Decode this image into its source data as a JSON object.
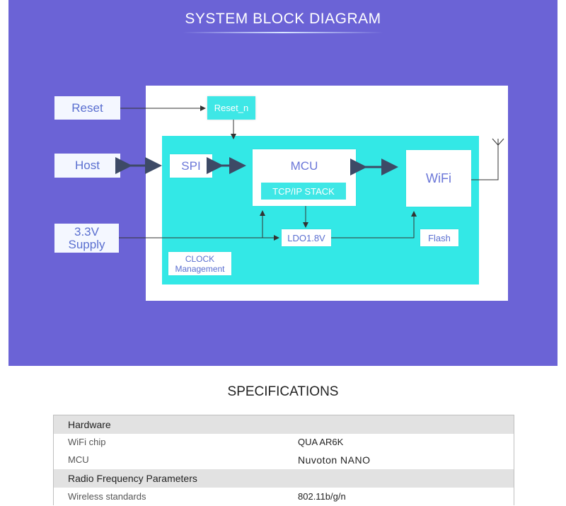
{
  "banner": {
    "title": "SYSTEM BLOCK DIAGRAM",
    "colors": {
      "background": "#6b63d6",
      "cyan_block": "#33e8e6",
      "label_blue": "#5a6fd0"
    }
  },
  "diagram": {
    "external": {
      "reset": "Reset",
      "host": "Host",
      "supply_line1": "3.3V",
      "supply_line2": "Supply"
    },
    "blocks": {
      "reset_n": "Reset_n",
      "spi": "SPI",
      "mcu": "MCU",
      "tcpip": "TCP/IP STACK",
      "wifi": "WiFi",
      "ldo": "LDO1.8V",
      "flash": "Flash",
      "clock_line1": "CLOCK",
      "clock_line2": "Management"
    },
    "icons": [
      "antenna-icon"
    ]
  },
  "specifications": {
    "title": "SPECIFICATIONS",
    "rows": [
      {
        "type": "section",
        "label": "Hardware"
      },
      {
        "type": "item",
        "label": "WiFi chip",
        "value": "QUA AR6K"
      },
      {
        "type": "item",
        "label": "MCU",
        "value": "Nuvoton NANO"
      },
      {
        "type": "section",
        "label": "Radio Frequency Parameters"
      },
      {
        "type": "item",
        "label": "Wireless standards",
        "value": "802.11b/g/n"
      }
    ]
  }
}
